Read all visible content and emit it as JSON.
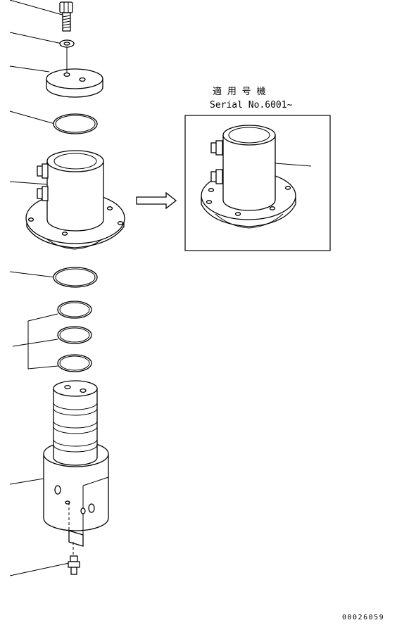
{
  "applicability": {
    "heading": "適 用 号 機",
    "serial": "Serial No.6001~"
  },
  "drawing_number": "00026059",
  "parts": [
    "bolt",
    "washer",
    "cover",
    "o-ring",
    "body-housing",
    "o-ring",
    "ring-group",
    "swivel-shaft",
    "grease-fitting"
  ]
}
